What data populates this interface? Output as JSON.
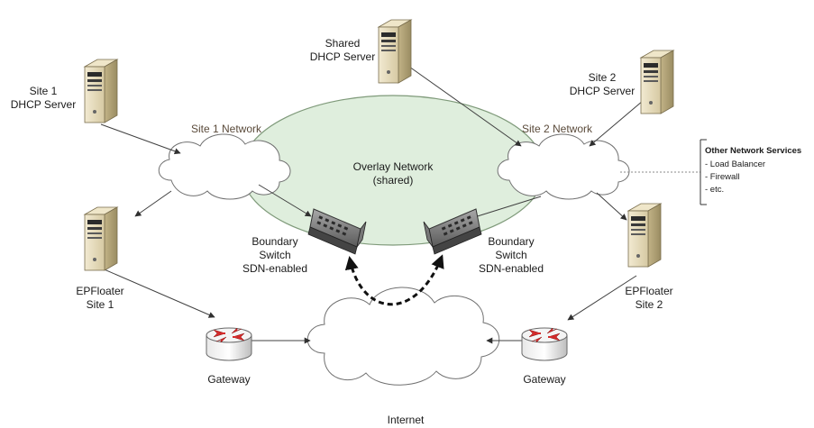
{
  "nodes": {
    "site1_dhcp": {
      "line1": "Site 1",
      "line2": "DHCP Server"
    },
    "shared_dhcp": {
      "line1": "Shared",
      "line2": "DHCP Server"
    },
    "site2_dhcp": {
      "line1": "Site 2",
      "line2": "DHCP Server"
    },
    "site1_network": "Site 1 Network",
    "site2_network": "Site 2 Network",
    "overlay": {
      "line1": "Overlay Network",
      "line2": "(shared)"
    },
    "boundary_left": {
      "line1": "Boundary",
      "line2": "Switch",
      "line3": "SDN-enabled"
    },
    "boundary_right": {
      "line1": "Boundary",
      "line2": "Switch",
      "line3": "SDN-enabled"
    },
    "epfloater1": {
      "line1": "EPFloater",
      "line2": "Site 1"
    },
    "epfloater2": {
      "line1": "EPFloater",
      "line2": "Site 2"
    },
    "gateway_left": "Gateway",
    "gateway_right": "Gateway",
    "internet": "Internet"
  },
  "other_services": {
    "title": "Other Network Services",
    "items": [
      "- Load Balancer",
      "- Firewall",
      "- etc."
    ]
  },
  "colors": {
    "overlay_fill": "#dfeedd",
    "overlay_stroke": "#7f9a7a",
    "cloud_fill": "#ffffff",
    "cloud_stroke": "#707070",
    "router_red": "#d42a2a",
    "line": "#404040"
  }
}
